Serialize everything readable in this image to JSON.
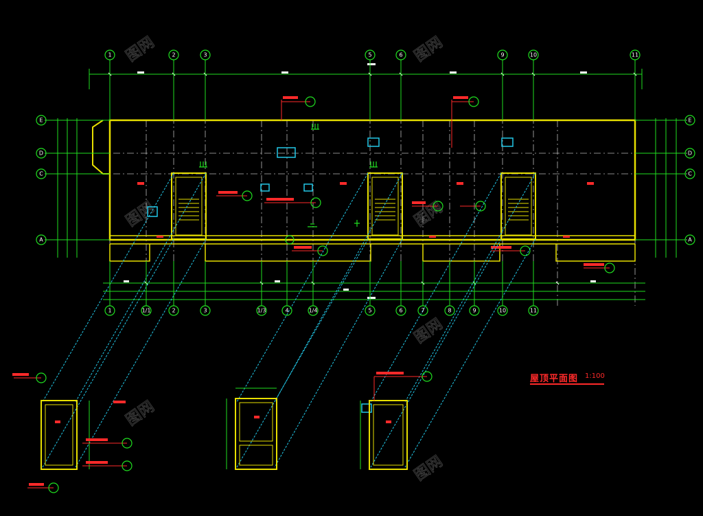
{
  "drawing": {
    "title": "屋顶平面图",
    "scale": "1:100",
    "colors": {
      "background": "#000000",
      "axis_bubble": "#20e020",
      "wall": "#e8e000",
      "dimension": "#20e020",
      "annotation": "#ff2a2a",
      "hatch_link": "#22c8e8",
      "grid_dash": "#b8b8b8",
      "symbol_box": "#22c8e8"
    }
  },
  "axes": {
    "top": [
      "1",
      "2",
      "3",
      "5",
      "6",
      "9",
      "10",
      "11"
    ],
    "bottom": [
      "1",
      "1/1",
      "2",
      "3",
      "1/3",
      "4",
      "1/4",
      "5",
      "6",
      "7",
      "8",
      "9",
      "10",
      "11"
    ],
    "left": [
      "E",
      "D",
      "C",
      "A"
    ],
    "right": [
      "E",
      "D",
      "C",
      "A"
    ]
  }
}
